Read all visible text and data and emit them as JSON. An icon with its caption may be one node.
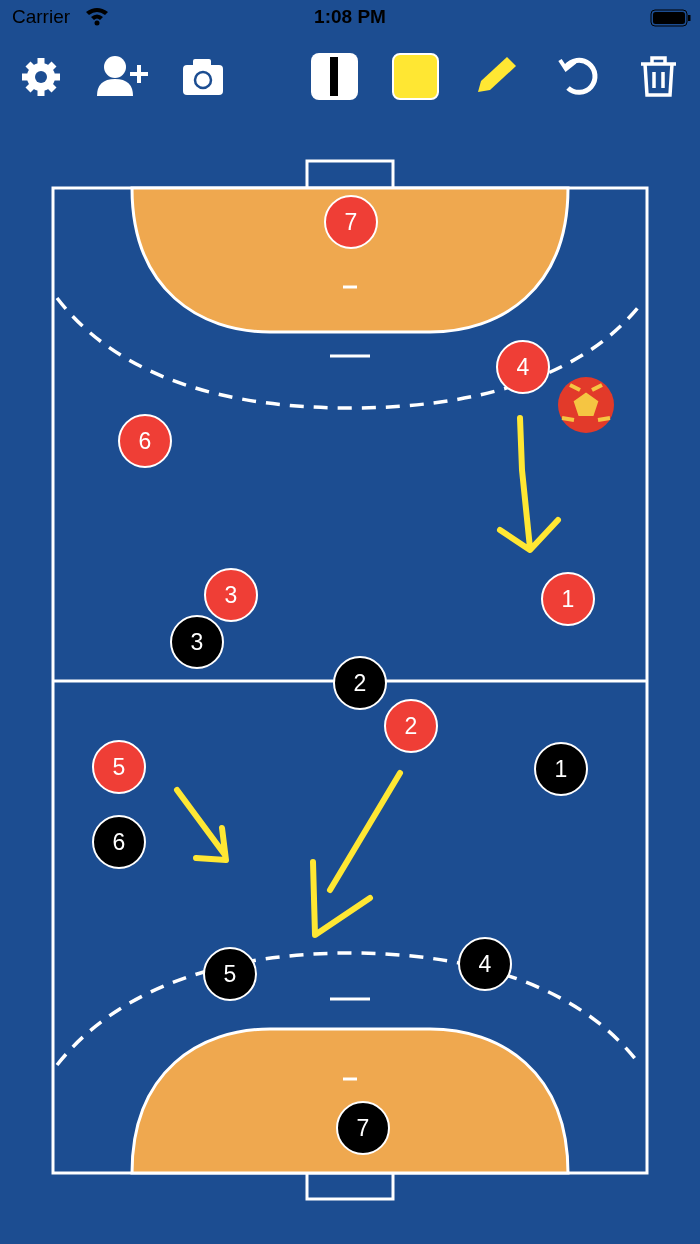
{
  "diagram": {
    "nodes": [
      {
        "text": [
          "7"
        ]
      },
      {
        "text": [
          "4"
        ]
      },
      {
        "text": [
          "6"
        ]
      },
      {
        "text": [
          "3"
        ]
      },
      {
        "text": [
          "1"
        ]
      },
      {
        "text": [
          "3"
        ]
      },
      {
        "text": [
          "2"
        ]
      },
      {
        "text": [
          "2"
        ]
      },
      {
        "text": [
          "5"
        ]
      },
      {
        "text": [
          "1"
        ]
      },
      {
        "text": [
          "6"
        ]
      },
      {
        "text": [
          "5"
        ]
      },
      {
        "text": [
          "4"
        ]
      },
      {
        "text": [
          "7"
        ]
      }
    ],
    "labels": [
      "Carrier",
      "1:08 PM"
    ]
  }
}
